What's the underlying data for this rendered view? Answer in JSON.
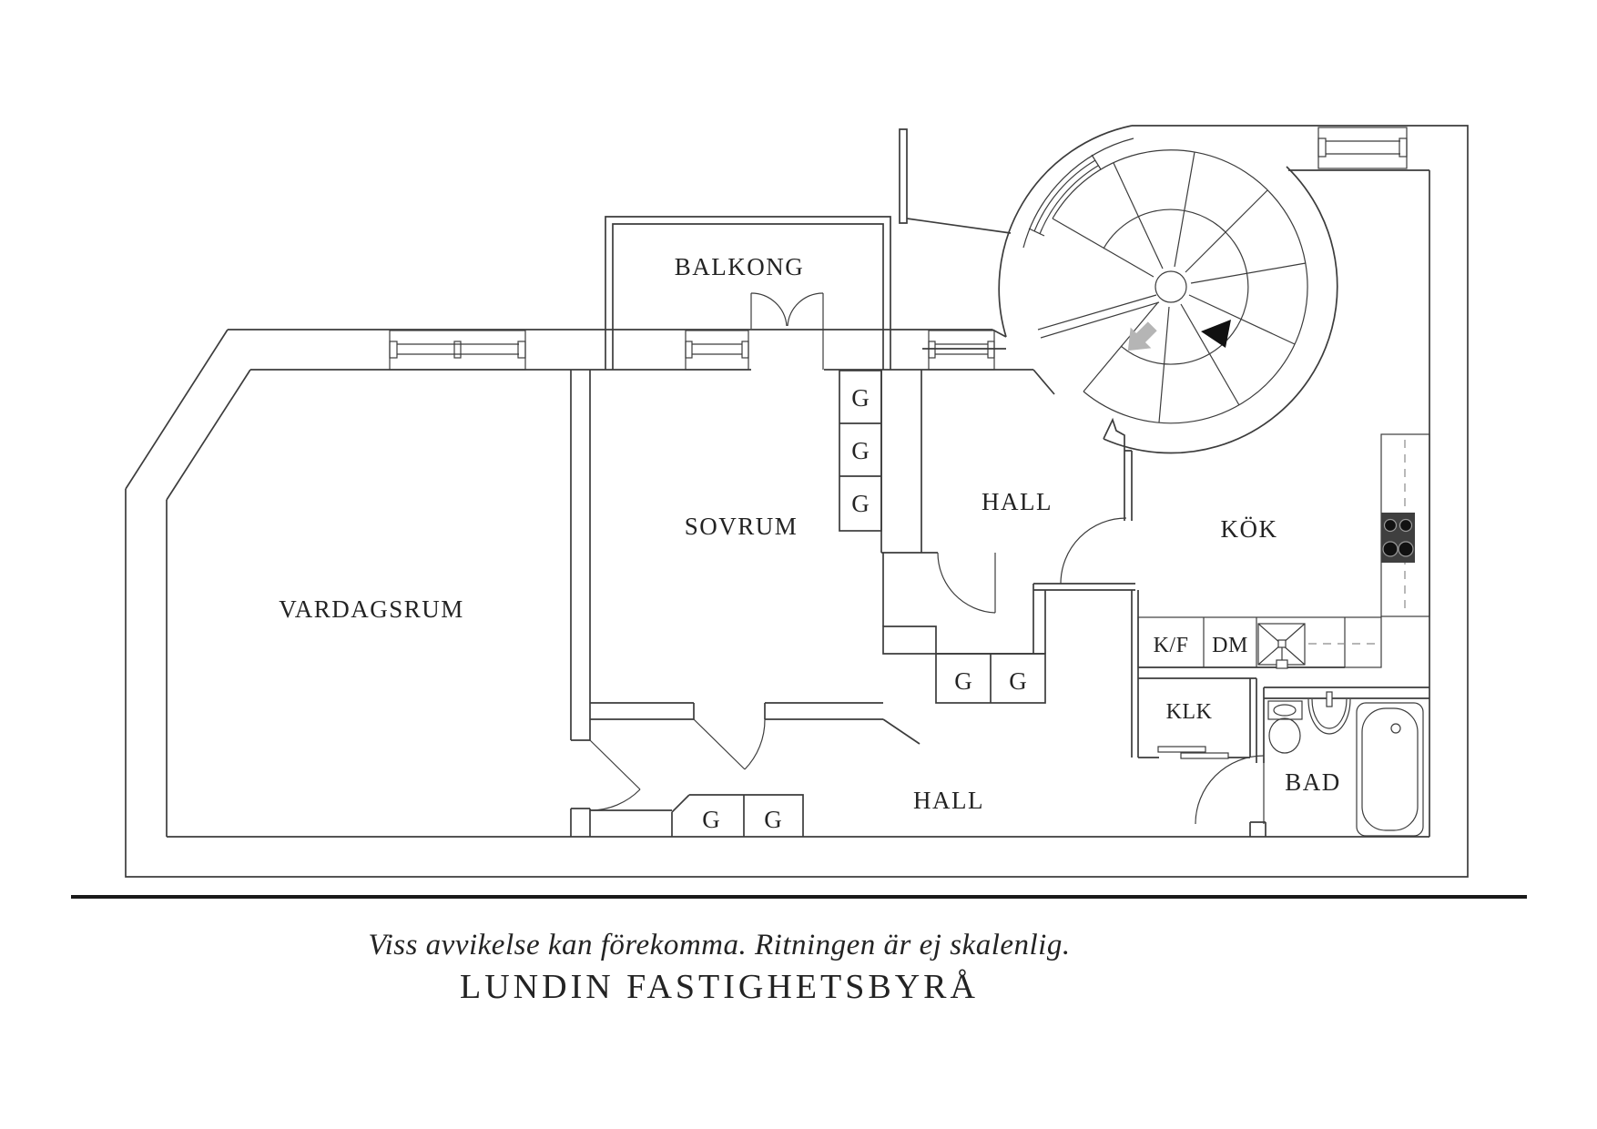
{
  "rooms": {
    "balkong": "BALKONG",
    "vardagsrum": "VARDAGSRUM",
    "sovrum": "SOVRUM",
    "hall_upper": "HALL",
    "kok": "KÖK",
    "klk": "KLK",
    "bad": "BAD",
    "hall_lower": "HALL"
  },
  "fixtures": {
    "kf_label": "K/F",
    "dm_label": "DM",
    "wardrobe_label": "G"
  },
  "icons": {
    "stairs_entry_arrow": "gray-block-arrow-down-left",
    "stairs_direction_arrow": "black-triangle-arrow-down-left",
    "stove": "4-burner-cooktop",
    "sink": "kitchen-sink-crossed",
    "toilet": "toilet-top-view",
    "washbasin": "round-basin-top-view",
    "bathtub": "bathtub-top-view",
    "spiral_stair": "spiral-staircase"
  },
  "colors": {
    "line": "#3c3c3c",
    "text": "#232323",
    "stove_plate": "#3f3f3f",
    "gray_arrow": "#b5b5b5",
    "black_arrow": "#111111",
    "background": "#ffffff"
  },
  "footer": {
    "disclaimer": "Viss avvikelse kan förekomma. Ritningen är ej skalenlig.",
    "brand": "LUNDIN FASTIGHETSBYRÅ"
  }
}
